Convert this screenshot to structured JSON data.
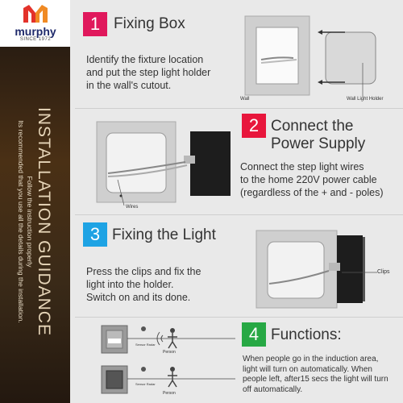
{
  "brand": {
    "name": "murphy",
    "since": "SINCE 1972"
  },
  "sidebar": {
    "title": "INSTALLATION GUIDANCE",
    "line1": "Follow the instruction properly",
    "line2": "Its recommended that you use all the details during the installation."
  },
  "colors": {
    "step1": "#e0185c",
    "step2": "#e8163c",
    "step3": "#1ea3e4",
    "step4": "#27a844"
  },
  "steps": [
    {
      "number": "1",
      "title": "Fixing Box",
      "text_lines": [
        "Identify the fixture location",
        "and put the step light holder",
        "in the wall's cutout."
      ],
      "labels": [
        "Wall",
        "Wall Light Holder"
      ]
    },
    {
      "number": "2",
      "title_lines": [
        "Connect the",
        "Power Supply"
      ],
      "text_lines": [
        "Connect the step light wires",
        "to the home 220V power cable",
        "(regardless of the + and - poles)"
      ],
      "labels": [
        "Wires"
      ]
    },
    {
      "number": "3",
      "title": "Fixing the Light",
      "text_lines": [
        "Press the clips and fix the",
        "light into the holder.",
        "Switch on and its done."
      ],
      "labels": [
        "Clips"
      ]
    },
    {
      "number": "4",
      "title": "Functions:",
      "text_lines": [
        "When people go in the induction area,",
        "light will turn on automatically. When",
        "people left, after15 secs the light will turn",
        "off automatically."
      ],
      "labels": [
        "Sensor Radar",
        "Person",
        "Sensor Radar",
        "Person"
      ]
    }
  ]
}
